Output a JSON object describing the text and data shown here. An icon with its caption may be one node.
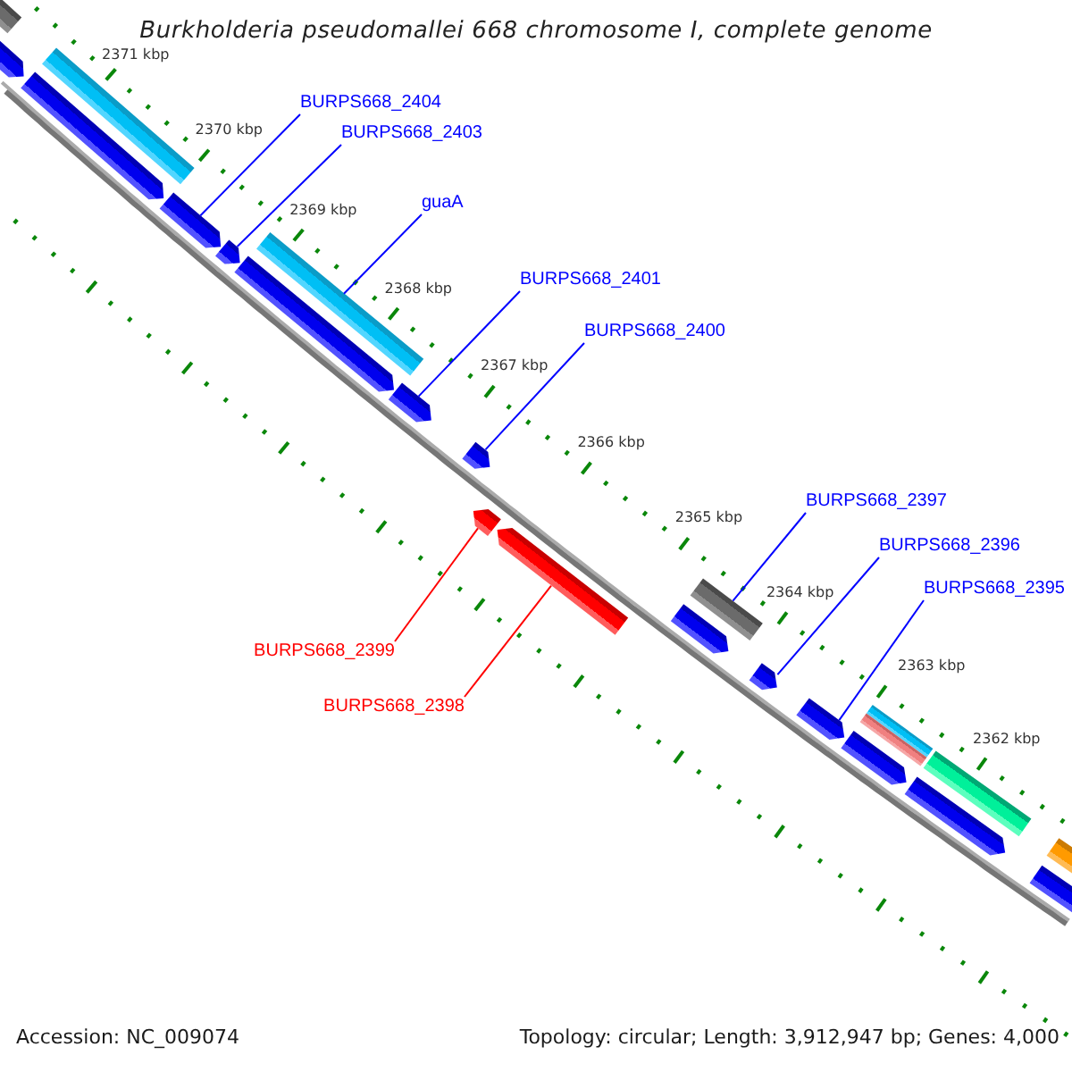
{
  "diagram": {
    "title": "Burkholderia pseudomallei 668 chromosome I, complete genome",
    "nodes": [
      {
        "text": [
          "BURPS668_2404"
        ]
      },
      {
        "text": [
          "BURPS668_2403"
        ]
      },
      {
        "text": [
          "guaA"
        ]
      },
      {
        "text": [
          "BURPS668_2401"
        ]
      },
      {
        "text": [
          "BURPS668_2400"
        ]
      },
      {
        "text": [
          "BURPS668_2399"
        ]
      },
      {
        "text": [
          "BURPS668_2398"
        ]
      },
      {
        "text": [
          "BURPS668_2397"
        ]
      },
      {
        "text": [
          "BURPS668_2396"
        ]
      },
      {
        "text": [
          "BURPS668_2395"
        ]
      },
      {
        "text": [],
        "shape": "bar"
      },
      {
        "text": [],
        "shape": "pentagon"
      },
      {
        "text": [],
        "shape": "bar"
      },
      {
        "text": [],
        "shape": "pentagon"
      },
      {
        "text": [],
        "shape": "pentagon"
      },
      {
        "text": [],
        "shape": "pentagon"
      },
      {
        "text": [],
        "shape": "bar"
      },
      {
        "text": [],
        "shape": "pentagon"
      },
      {
        "text": [],
        "shape": "pentagon"
      },
      {
        "text": [],
        "shape": "pentagon"
      },
      {
        "text": [],
        "shape": "pentagon"
      },
      {
        "text": [],
        "shape": "pentagon"
      },
      {
        "text": [],
        "shape": "bar"
      },
      {
        "text": [],
        "shape": "pentagon"
      },
      {
        "text": [],
        "shape": "pentagon"
      },
      {
        "text": [],
        "shape": "pentagon"
      },
      {
        "text": [],
        "shape": "bar"
      },
      {
        "text": [],
        "shape": "bar"
      },
      {
        "text": [],
        "shape": "pentagon"
      },
      {
        "text": [],
        "shape": "bar"
      },
      {
        "text": [],
        "shape": "pentagon"
      },
      {
        "text": [],
        "shape": "bar"
      },
      {
        "text": [],
        "shape": "pentagon"
      }
    ],
    "edges": [
      {
        "from": 0,
        "to": 14,
        "arrow": "none"
      },
      {
        "from": 1,
        "to": 15,
        "arrow": "none"
      },
      {
        "from": 2,
        "to": 16,
        "arrow": "none"
      },
      {
        "from": 3,
        "to": 18,
        "arrow": "none"
      },
      {
        "from": 4,
        "to": 19,
        "arrow": "none"
      },
      {
        "from": 5,
        "to": 20,
        "arrow": "none",
        "color": "#ff0000"
      },
      {
        "from": 6,
        "to": 21,
        "arrow": "none",
        "color": "#ff0000"
      },
      {
        "from": 7,
        "to": 22,
        "arrow": "none"
      },
      {
        "from": 8,
        "to": 24,
        "arrow": "none"
      },
      {
        "from": 9,
        "to": 25,
        "arrow": "none"
      }
    ],
    "labels": [
      "2371 kbp",
      "2370 kbp",
      "2369 kbp",
      "2368 kbp",
      "2367 kbp",
      "2366 kbp",
      "2365 kbp",
      "2364 kbp",
      "2363 kbp",
      "2362 kbp",
      "Accession: NC_009074",
      "Topology: circular; Length: 3,912,947 bp; Genes: 4,000"
    ]
  }
}
